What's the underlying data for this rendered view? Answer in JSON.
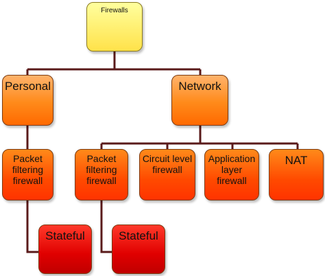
{
  "diagram": {
    "nodes": [
      {
        "id": "root",
        "label": "Firewalls"
      },
      {
        "id": "personal",
        "label": "Personal"
      },
      {
        "id": "network",
        "label": "Network"
      },
      {
        "id": "personal-packet",
        "label": "Packet\nfiltering\nfirewall"
      },
      {
        "id": "network-packet",
        "label": "Packet\nfiltering\nfirewall"
      },
      {
        "id": "circuit",
        "label": "Circuit level\nfirewall"
      },
      {
        "id": "application",
        "label": "Application\nlayer\nfirewall"
      },
      {
        "id": "nat",
        "label": "NAT"
      },
      {
        "id": "personal-stateful",
        "label": "Stateful"
      },
      {
        "id": "network-stateful",
        "label": "Stateful"
      }
    ],
    "edges": [
      {
        "from": "root",
        "to": "personal"
      },
      {
        "from": "root",
        "to": "network"
      },
      {
        "from": "personal",
        "to": "personal-packet"
      },
      {
        "from": "network",
        "to": "network-packet"
      },
      {
        "from": "network",
        "to": "circuit"
      },
      {
        "from": "network",
        "to": "application"
      },
      {
        "from": "network",
        "to": "nat"
      },
      {
        "from": "personal-packet",
        "to": "personal-stateful"
      },
      {
        "from": "network-packet",
        "to": "network-stateful"
      }
    ]
  }
}
